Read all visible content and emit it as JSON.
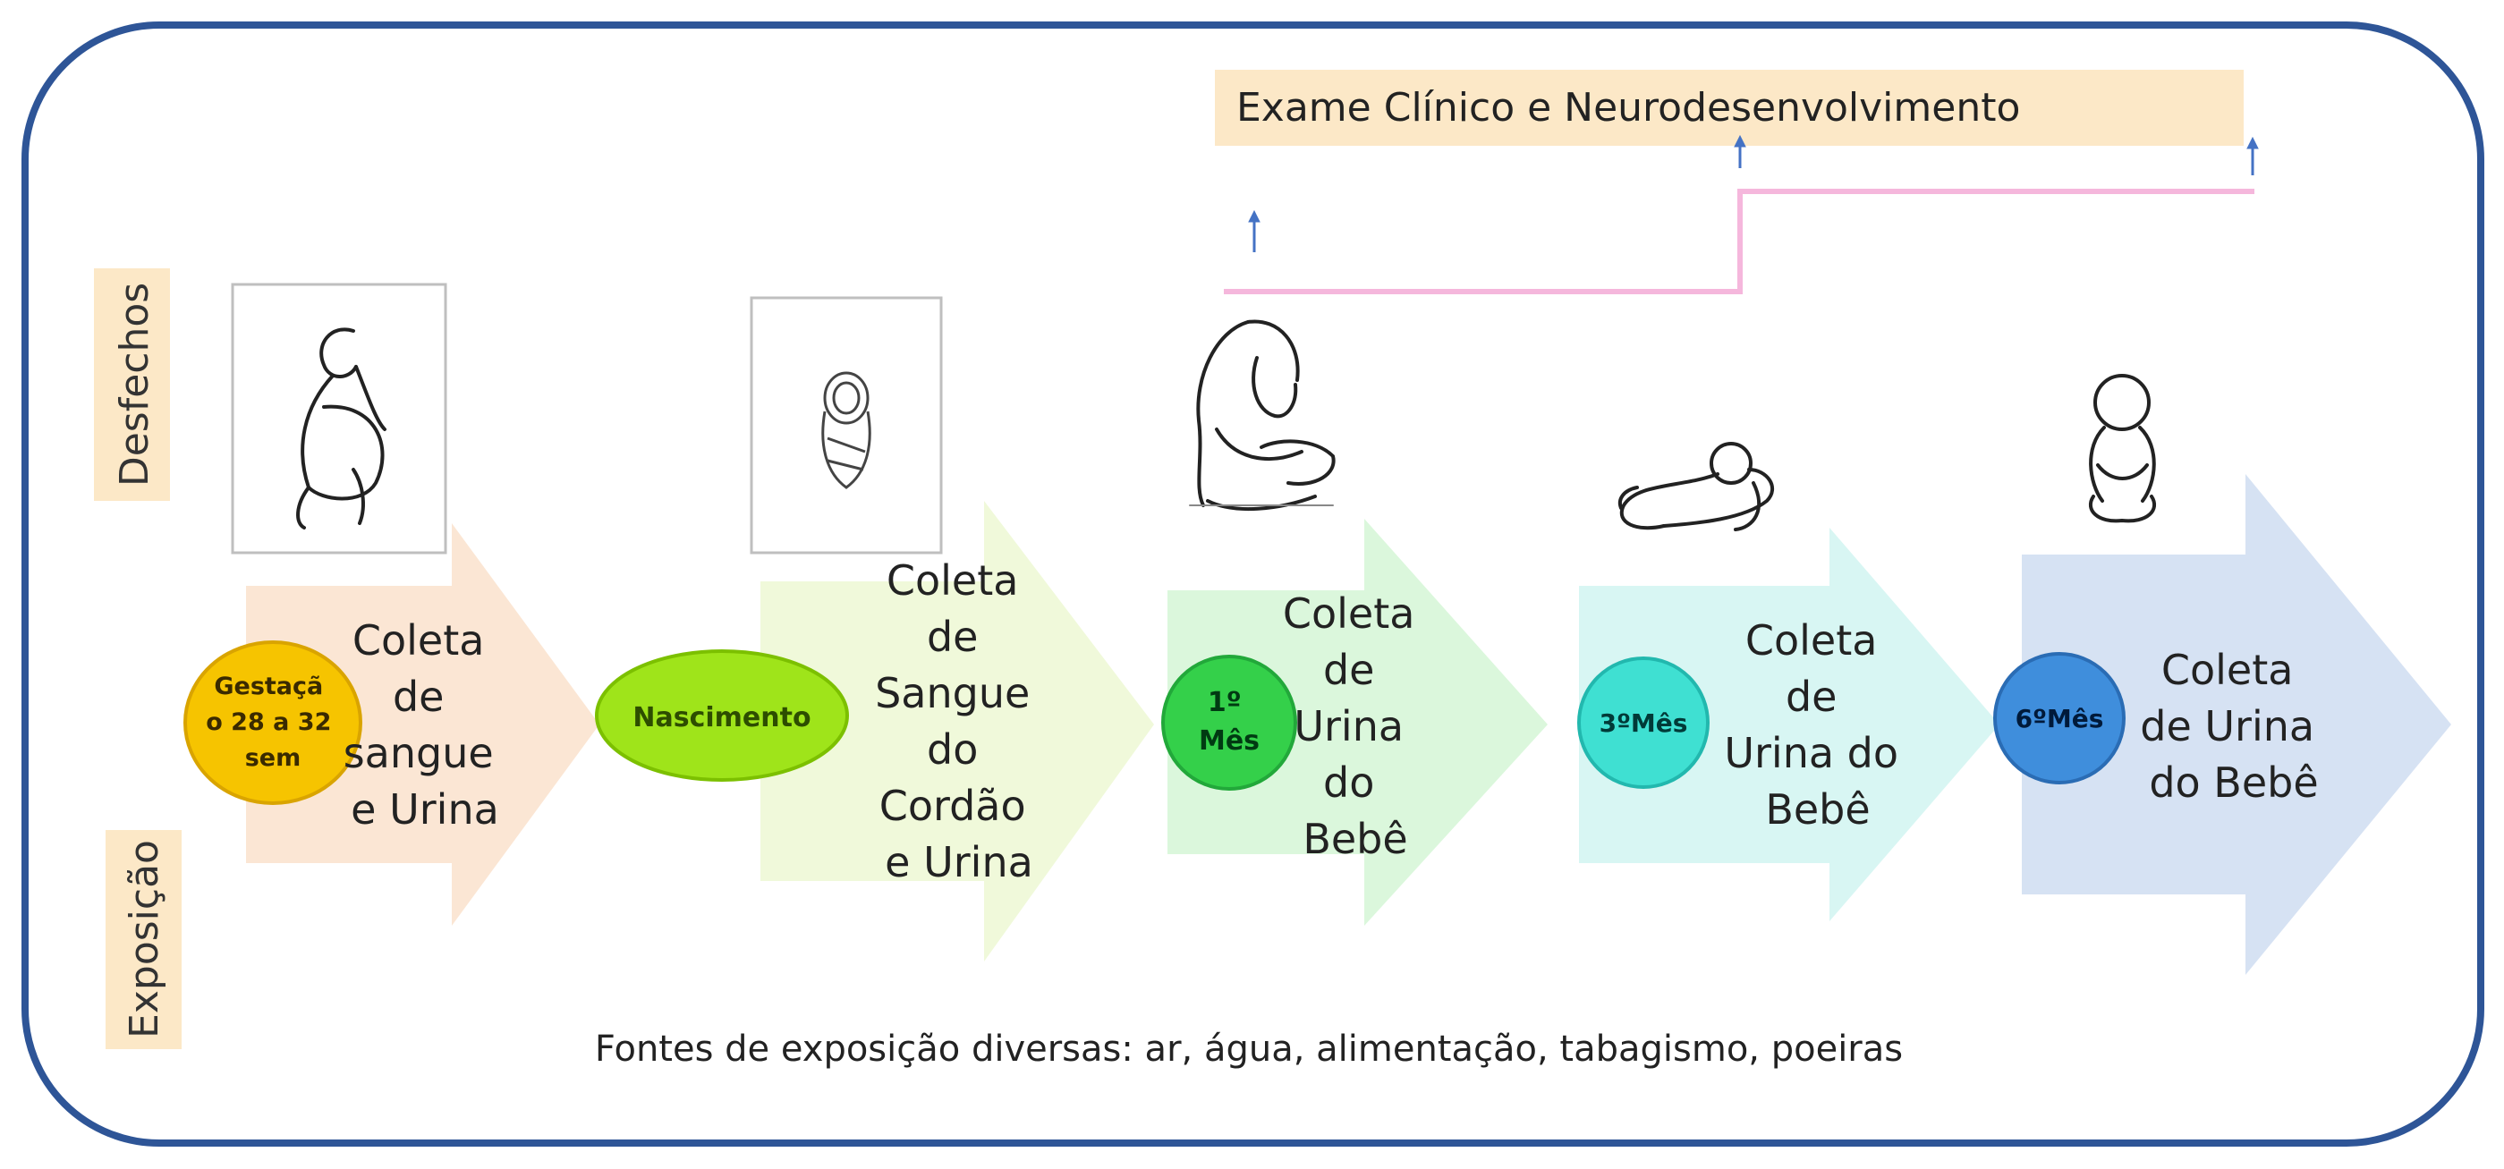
{
  "side_labels": {
    "outcomes": "Desfechos",
    "exposure": "Exposição"
  },
  "clinical_exam": "Exame Clínico e Neurodesenvolvimento",
  "footer": "Fontes de exposição diversas: ar, água, alimentação, tabagismo, poeiras",
  "stages": [
    {
      "badge": [
        "Gestaçã",
        "o 28 a 32",
        "sem"
      ],
      "badge_color": "#f6c400",
      "text": [
        "Coleta",
        "de",
        "sangue",
        "e Urina"
      ],
      "arrow_color": "#fbe3cf",
      "icon": "pregnant-woman-icon"
    },
    {
      "badge": [
        "Nascimento"
      ],
      "badge_color": "#9fe41a",
      "text": [
        "Coleta",
        "de",
        "Sangue",
        "do",
        "Cordão",
        "e Urina"
      ],
      "arrow_color": "#eef8d6",
      "icon": "swaddled-newborn-icon"
    },
    {
      "badge": [
        "1º",
        "Mês"
      ],
      "badge_color": "#34d04a",
      "text": [
        "Coleta",
        "de",
        "Urina",
        "do",
        "Bebê"
      ],
      "arrow_color": "#d7f6d8",
      "icon": "mother-with-baby-icon"
    },
    {
      "badge": [
        "3ºMês"
      ],
      "badge_color": "#3fe0d2",
      "text": [
        "Coleta",
        "de",
        "Urina do",
        "Bebê"
      ],
      "arrow_color": "#d4f5f2",
      "icon": "crawling-baby-icon"
    },
    {
      "badge": [
        "6ºMês"
      ],
      "badge_color": "#3f8edc",
      "text": [
        "Coleta",
        "de Urina",
        "do Bebê"
      ],
      "arrow_color": "#d4e0f2",
      "icon": "sitting-baby-icon"
    }
  ],
  "colors": {
    "frame": "#2e5597",
    "label_bg": "#fce8c7",
    "timeline": "#f5b7dc",
    "marker": "#4472c4"
  }
}
